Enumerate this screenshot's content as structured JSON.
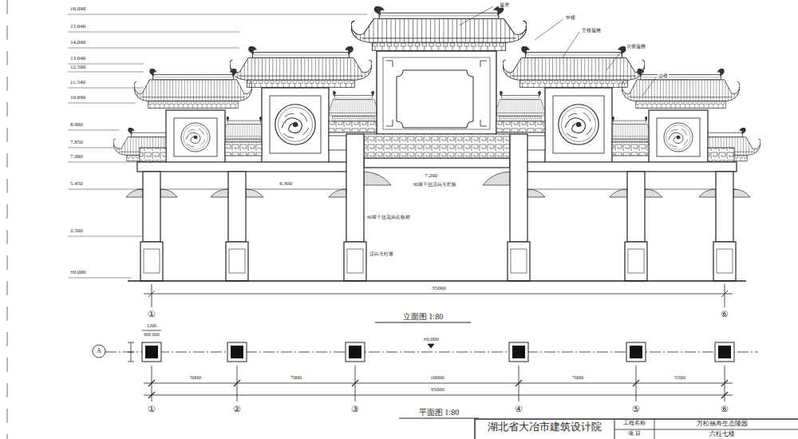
{
  "diagram": {
    "labels": [
      "16.090",
      "15.040",
      "14.090",
      "13.040",
      "12.500",
      "11.540",
      "10.690",
      "8.900",
      "7.850",
      "7.000",
      "5.450",
      "2.500",
      "±0.000",
      "6.300",
      "7.200",
      "60厚干挂汉白玉栏板",
      "60厚干挂花岗石板材",
      "汉白玉柱墩",
      "35000",
      "①",
      "⑥",
      "立面图 1:80",
      "1200",
      "600 600",
      "A",
      "±0.000",
      "5000",
      "7000",
      "10000",
      "7000",
      "5500",
      "35000",
      "①",
      "②",
      "③",
      "④",
      "⑤",
      "⑥",
      "平面图 1:80",
      "湖北省大冶市建筑设计院",
      "工程名称",
      "万松福寿生态陵园",
      "项 目",
      "六柱七楼",
      "屋脊",
      "中楼",
      "主楼屋檐",
      "次楼屋檐",
      "边楼"
    ]
  }
}
